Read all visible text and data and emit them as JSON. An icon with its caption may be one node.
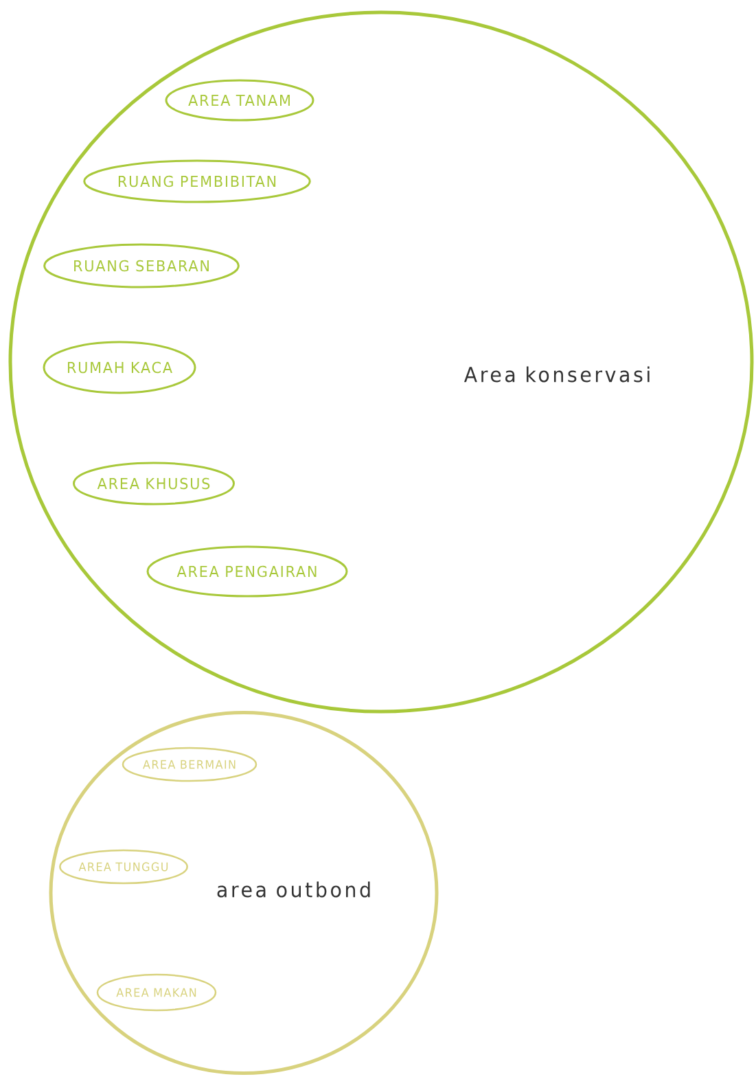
{
  "diagram": {
    "nodes": [
      {
        "text": [
          "Area konservasi"
        ]
      },
      {
        "text": [
          "AREA TANAM"
        ],
        "in": 0
      },
      {
        "text": [
          "RUANG PEMBIBITAN"
        ],
        "in": 0
      },
      {
        "text": [
          "RUANG SEBARAN"
        ],
        "in": 0
      },
      {
        "text": [
          "RUMAH KACA"
        ],
        "in": 0
      },
      {
        "text": [
          "AREA KHUSUS"
        ],
        "in": 0
      },
      {
        "text": [
          "AREA PENGAIRAN"
        ],
        "in": 0
      },
      {
        "text": [
          "area outbond"
        ]
      },
      {
        "text": [
          "AREA BERMAIN"
        ],
        "in": 7
      },
      {
        "text": [
          "AREA TUNGGU"
        ],
        "in": 7
      },
      {
        "text": [
          "AREA MAKAN"
        ],
        "in": 7
      }
    ]
  }
}
